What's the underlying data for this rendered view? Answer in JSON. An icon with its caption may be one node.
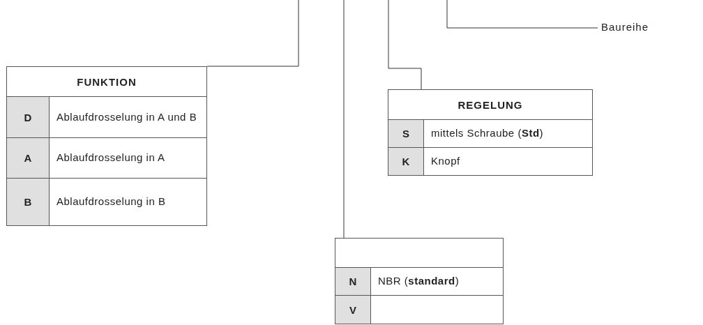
{
  "diagram": {
    "nodes": [
      {
        "text": [
          "Baureihe"
        ]
      },
      {
        "text": [
          "FUNKTION",
          "D",
          "Ablaufdrosselung in A und B",
          "A",
          "Ablaufdrosselung in A",
          "B",
          "Ablaufdrosselung in B"
        ]
      },
      {
        "text": [
          "REGELUNG",
          "S",
          "mittels Schraube (**Std**)",
          "K",
          "Knopf"
        ]
      },
      {
        "text": [
          "N",
          "NBR (**standard**)",
          "V"
        ]
      }
    ],
    "edges": [
      {
        "from": null,
        "to": 1,
        "arrow": "none"
      },
      {
        "from": null,
        "to": 3,
        "arrow": "none"
      },
      {
        "from": null,
        "to": 2,
        "arrow": "none"
      },
      {
        "from": 0,
        "to": null,
        "arrow": "none"
      }
    ]
  }
}
